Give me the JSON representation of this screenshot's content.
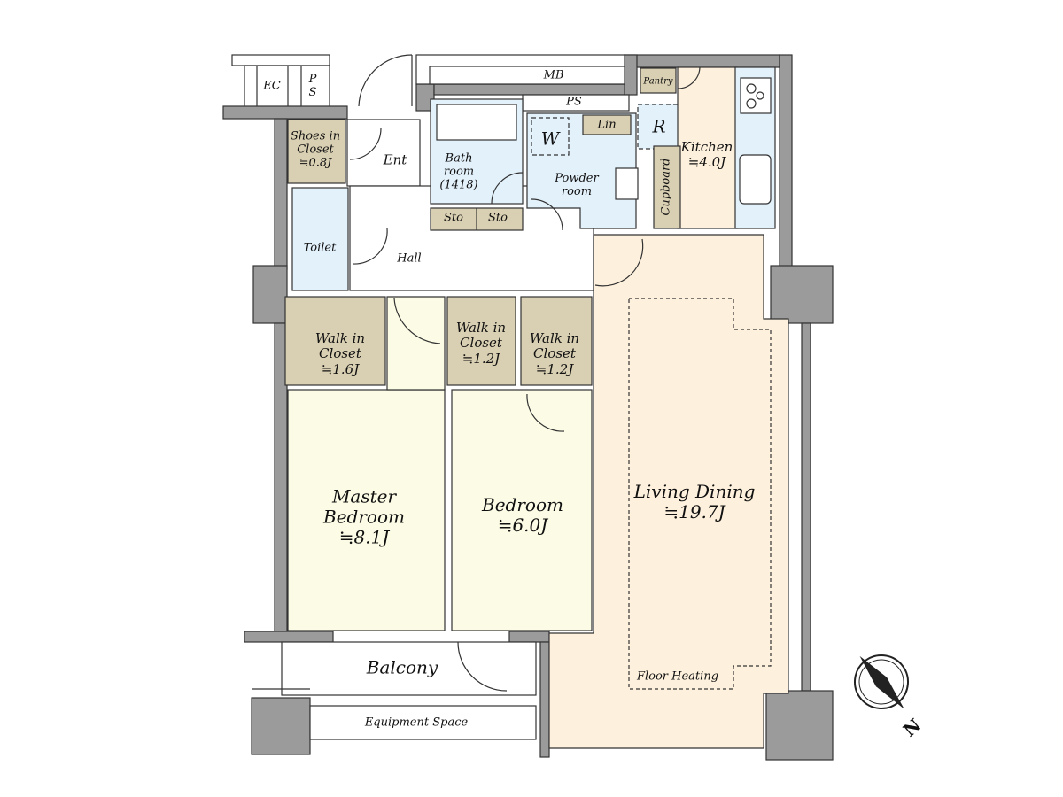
{
  "colors": {
    "wall": "#9b9b9b",
    "closet": "#d9cfb2",
    "wet": "#e3f1fb",
    "bedroom": "#fcfbe5",
    "living": "#fdf0dc",
    "kitchen": "#fdf0dc"
  },
  "labels": {
    "ec": "EC",
    "ps_top": "P S",
    "mb": "MB",
    "ps": "PS",
    "pantry": "Pantry",
    "shoes": [
      "Shoes in",
      "Closet",
      "≒0.8J"
    ],
    "ent": "Ent",
    "bath": [
      "Bath",
      "room",
      "(1418)"
    ],
    "w": "W",
    "lin": "Lin",
    "r": "R",
    "powder": [
      "Powder",
      "room"
    ],
    "cupboard": "Cupboard",
    "kitchen": [
      "Kitchen",
      "≒4.0J"
    ],
    "sto1": "Sto",
    "sto2": "Sto",
    "toilet": "Toilet",
    "hall": "Hall",
    "wic_master": [
      "Walk in",
      "Closet",
      "≒1.6J"
    ],
    "wic_1": [
      "Walk in",
      "Closet",
      "≒1.2J"
    ],
    "wic_2": [
      "Walk in",
      "Closet",
      "≒1.2J"
    ],
    "master": [
      "Master",
      "Bedroom",
      "≒8.1J"
    ],
    "bedroom": [
      "Bedroom",
      "≒6.0J"
    ],
    "living": [
      "Living Dining",
      "≒19.7J"
    ],
    "floor_heating": "Floor Heating",
    "balcony": "Balcony",
    "equipment": "Equipment Space",
    "compass": "N"
  }
}
